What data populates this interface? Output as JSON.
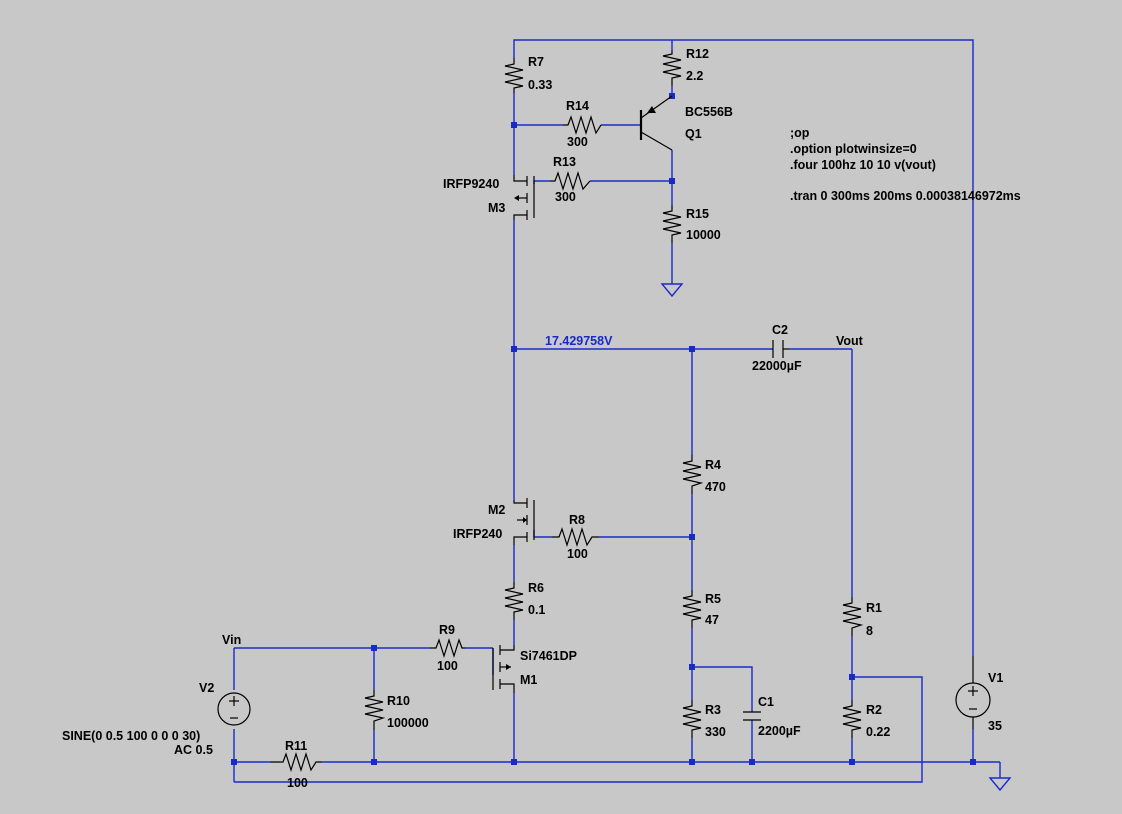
{
  "directives": {
    "op": ";op",
    "option": ".option plotwinsize=0",
    "four": ".four 100hz 10 10 v(vout)",
    "tran": ".tran 0 300ms 200ms 0.00038146972ms"
  },
  "nets": {
    "node_voltage": "17.429758V",
    "vout": "Vout",
    "vin": "Vin"
  },
  "components": {
    "R7": {
      "name": "R7",
      "value": "0.33"
    },
    "R12": {
      "name": "R12",
      "value": "2.2"
    },
    "R14": {
      "name": "R14",
      "value": "300"
    },
    "R13": {
      "name": "R13",
      "value": "300"
    },
    "R15": {
      "name": "R15",
      "value": "10000"
    },
    "Q1": {
      "name": "Q1",
      "value": "BC556B"
    },
    "M3": {
      "name": "M3",
      "value": "IRFP9240"
    },
    "M2": {
      "name": "M2",
      "value": "IRFP240"
    },
    "M1": {
      "name": "M1",
      "value": "Si7461DP"
    },
    "C2": {
      "name": "C2",
      "value": "22000µF"
    },
    "C1": {
      "name": "C1",
      "value": "2200µF"
    },
    "R4": {
      "name": "R4",
      "value": "470"
    },
    "R8": {
      "name": "R8",
      "value": "100"
    },
    "R5": {
      "name": "R5",
      "value": "47"
    },
    "R3": {
      "name": "R3",
      "value": "330"
    },
    "R6": {
      "name": "R6",
      "value": "0.1"
    },
    "R9": {
      "name": "R9",
      "value": "100"
    },
    "R10": {
      "name": "R10",
      "value": "100000"
    },
    "R11": {
      "name": "R11",
      "value": "100"
    },
    "R1": {
      "name": "R1",
      "value": "8"
    },
    "R2": {
      "name": "R2",
      "value": "0.22"
    },
    "V1": {
      "name": "V1",
      "value": "35"
    },
    "V2": {
      "name": "V2",
      "value": "SINE(0 0.5 100 0 0 0 30)",
      "ac": "AC 0.5"
    }
  }
}
